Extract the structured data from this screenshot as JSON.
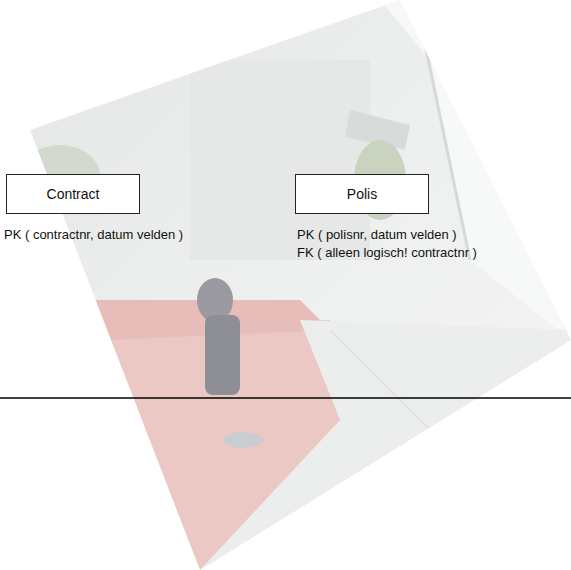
{
  "diagram": {
    "nodes": [
      {
        "text": [
          "Contract"
        ]
      },
      {
        "text": [
          "Polis"
        ]
      }
    ],
    "labels": [
      "PK ( contractnr, datum velden )",
      "PK ( polisnr, datum velden )",
      "FK ( alleen logisch! contractnr )"
    ]
  }
}
